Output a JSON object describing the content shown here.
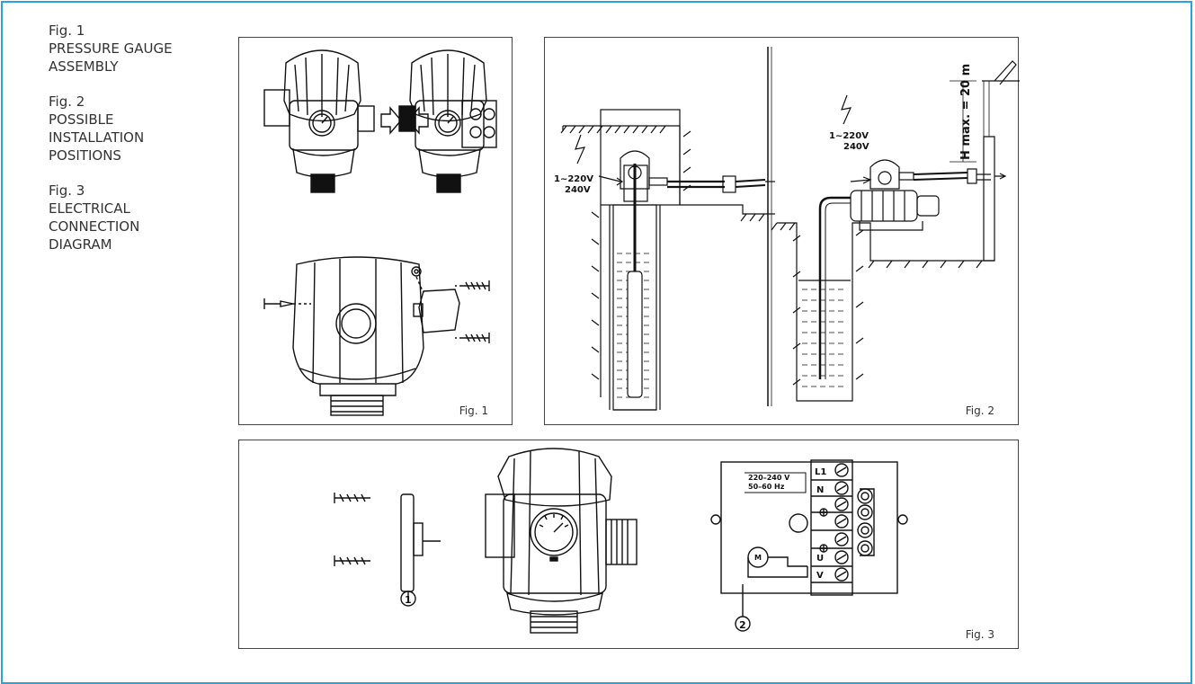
{
  "legend": [
    {
      "number": "Fig. 1",
      "lines": [
        "PRESSURE GAUGE",
        "ASSEMBLY"
      ]
    },
    {
      "number": "Fig. 2",
      "lines": [
        "POSSIBLE",
        "INSTALLATION",
        "POSITIONS"
      ]
    },
    {
      "number": "Fig. 3",
      "lines": [
        "ELECTRICAL",
        "CONNECTION",
        "DIAGRAM"
      ]
    }
  ],
  "figures": {
    "fig1": {
      "label": "Fig. 1"
    },
    "fig2": {
      "label": "Fig. 2",
      "voltage_left_1": "1~220V",
      "voltage_left_2": "240V",
      "voltage_right_1": "1~220V",
      "voltage_right_2": "240V",
      "height_label": "H max. = 20 m"
    },
    "fig3": {
      "label": "Fig. 3",
      "callout_1": "1",
      "callout_2": "2",
      "rating_1": "220–240 V",
      "rating_2": "50–60 Hz",
      "terminal_l1": "L1",
      "terminal_n": "N",
      "terminal_u": "U",
      "terminal_v": "V",
      "motor": "M"
    }
  },
  "colors": {
    "frame_border": "#2aa3d8",
    "legend_text": "#333333"
  }
}
